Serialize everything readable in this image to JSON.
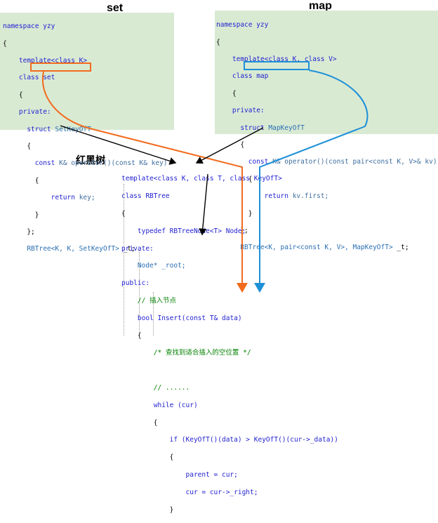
{
  "titles": {
    "set": "set",
    "map": "map",
    "rbtree": "红黑树"
  },
  "colors": {
    "set_arrow": "#f26b1d",
    "map_arrow": "#1e90d8",
    "panel_bg": "#d9ead3",
    "black_arrow": "#000000"
  },
  "set_code": {
    "ns": "namespace yzy",
    "open_brace": "{",
    "template": "template<class K>",
    "class_set": "class set",
    "brace2": "{",
    "private": "private:",
    "struct_kw": "struct ",
    "struct_name": "SetKeyOfT",
    "brace3": "{",
    "op_kw": "const ",
    "op_rest": "K& operator()(const K& key)",
    "brace4": "{",
    "ret_kw": "return ",
    "ret_rest": "key;",
    "brace5": "}",
    "brace6": "};",
    "member_type": "RBTree<K, K, SetKeyOfT>",
    "member_name": " _t;"
  },
  "map_code": {
    "ns": "namespace yzy",
    "open_brace": "{",
    "template": "template<class K, class V>",
    "class_map": "class map",
    "brace2": "{",
    "private": "private:",
    "struct_kw": "struct ",
    "struct_name": "MapKeyOfT",
    "brace3": "{",
    "op_kw": "const ",
    "op_rest": "K& operator()(const pair<const K, V>& kv)",
    "brace4": "{",
    "ret_kw": "return ",
    "ret_rest": "kv.first;",
    "brace5": "}",
    "brace6": "};",
    "member_type": "RBTree<K, pair<const K, V>, MapKeyOfT>",
    "member_name": " _t;"
  },
  "rb_code": {
    "template_a": "template<class K, class T, class ",
    "template_keyoft": "KeyOfT",
    "template_b": ">",
    "class_rb": "class RBTree",
    "brace1": "{",
    "typedef": "typedef RBTreeNode<T> Node;",
    "private": "private:",
    "root": "Node* _root;",
    "public": "public:",
    "comment_insert": "// 插入节点",
    "insert_sig": "bool Insert(const T& data)",
    "brace2": "{",
    "comment_find": "/* 查找到适合插入的空位置 */",
    "comment_dots": "// ......",
    "while_line": "while (cur)",
    "brace3": "{",
    "if_a": "if (KeyOfT()(data) > ",
    "if_keyoft": "KeyOfT",
    "if_b": "()(cur->_data))",
    "brace4": "{",
    "parent": "parent = cur;",
    "cur": "cur = cur->_right;",
    "brace5": "}"
  }
}
